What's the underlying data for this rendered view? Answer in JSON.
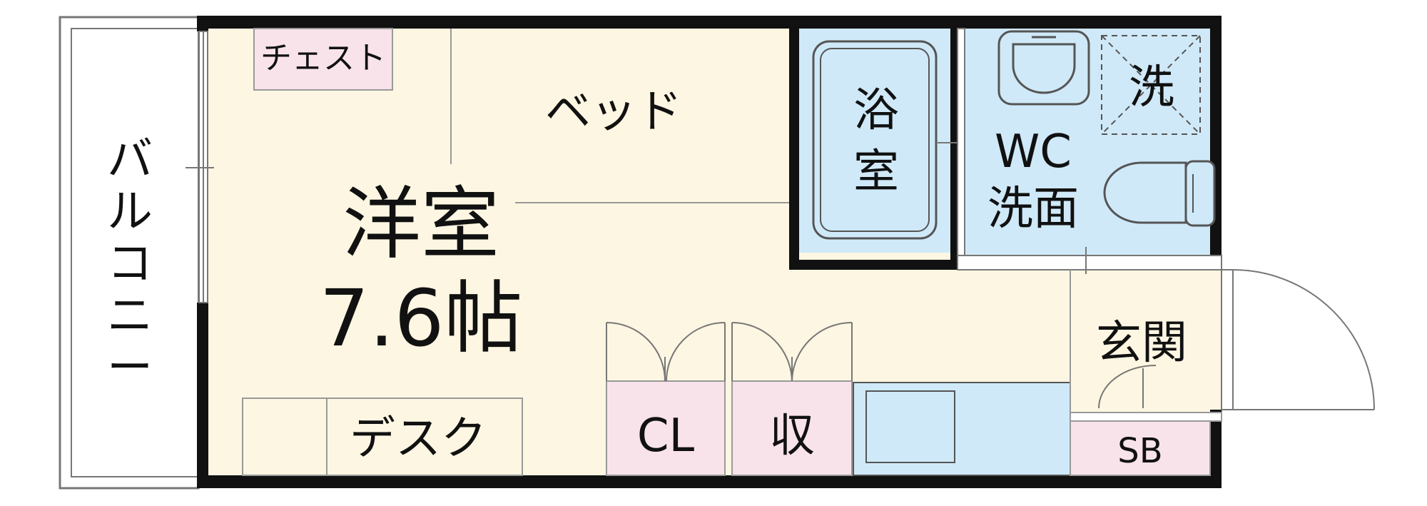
{
  "colors": {
    "wall": "#111111",
    "room_floor": "#fdf6e2",
    "wet_area": "#cfe9f8",
    "storage": "#f9e3ea",
    "balcony": "#ffffff"
  },
  "rooms": {
    "main": {
      "name": "洋室",
      "size": "7.6帖"
    },
    "bath": {
      "line1": "浴",
      "line2": "室"
    },
    "wc": {
      "line1": "WC",
      "line2": "洗面"
    },
    "laundry": "洗",
    "entrance": "玄関",
    "shoe_box": "SB",
    "closet": "CL",
    "storage": "収",
    "balcony": [
      "バ",
      "ル",
      "コ",
      "ニ",
      "ー"
    ]
  },
  "furniture": {
    "chest": "チェスト",
    "bed": "ベッド",
    "desk": "デスク"
  }
}
